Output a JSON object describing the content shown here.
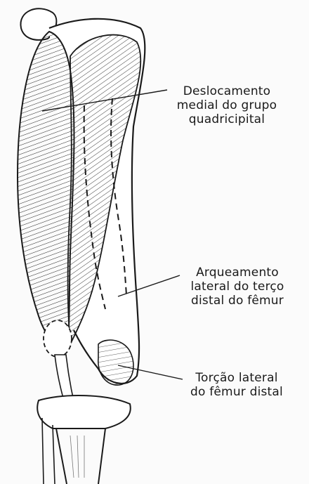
{
  "figure": {
    "description_alt": "",
    "labels": [
      {
        "id": "medial-displacement",
        "lines": [
          "Deslocamento",
          "medial do grupo",
          "quadricipital"
        ]
      },
      {
        "id": "lateral-bowing",
        "lines": [
          "Arqueamento",
          "lateral do terço",
          "distal do fêmur"
        ]
      },
      {
        "id": "lateral-torsion",
        "lines": [
          "Torção lateral",
          "do fêmur distal"
        ]
      }
    ]
  },
  "colors": {
    "ink": "#1a1a1a",
    "paper": "#fbfbfb"
  }
}
